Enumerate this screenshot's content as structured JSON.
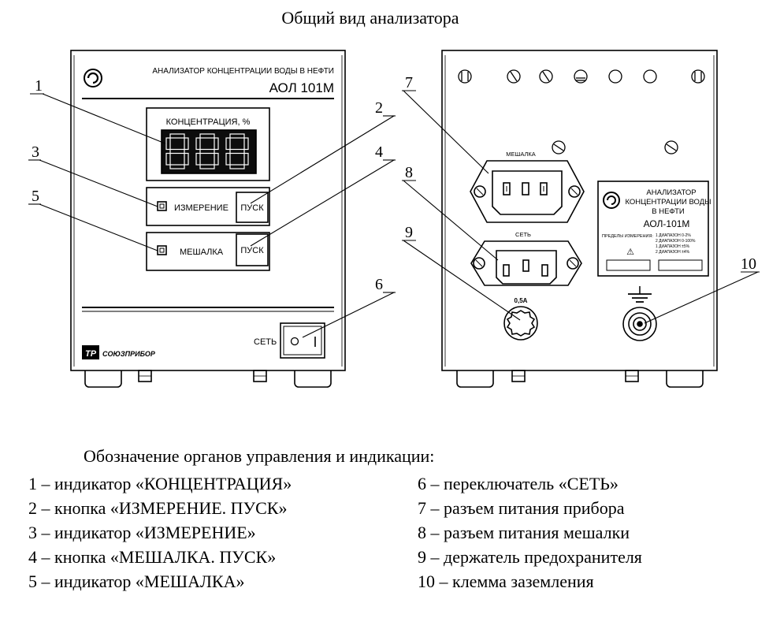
{
  "title": "Общий вид анализатора",
  "front": {
    "header_line1": "АНАЛИЗАТОР КОНЦЕНТРАЦИИ ВОДЫ В НЕФТИ",
    "model": "АОЛ 101М",
    "display_label": "КОНЦЕНТРАЦИЯ, %",
    "display_digits": "888",
    "row1_label": "ИЗМЕРЕНИЕ",
    "row1_button": "ПУСК",
    "row2_label": "МЕШАЛКА",
    "row2_button": "ПУСК",
    "power_label": "СЕТЬ",
    "brand": "СОЮЗПРИБОР",
    "brand_mark": "TP"
  },
  "back": {
    "mixer_label": "МЕШАЛКА",
    "power_label": "СЕТЬ",
    "fuse_label": "0,5А",
    "plate_title": [
      "АНАЛИЗАТОР",
      "КОНЦЕНТРАЦИИ ВОДЫ",
      "В НЕФТИ"
    ],
    "plate_model": "АОЛ-101М",
    "plate_ranges_label": "ПРЕДЕЛЫ ИЗМЕРЕНИЯ:",
    "plate_ranges": [
      "1 ДИАПАЗОН 0-2%",
      "2 ДИАПАЗОН 0-100%",
      "1 ДИАПАЗОН ±5%",
      "2 ДИАПАЗОН ±4%"
    ],
    "warning_symbol": "⚠"
  },
  "callouts": [
    "1",
    "2",
    "3",
    "4",
    "5",
    "6",
    "7",
    "8",
    "9",
    "10"
  ],
  "legend_title": "Обозначение органов управления и индикации:",
  "legend_left": [
    "1 – индикатор «КОНЦЕНТРАЦИЯ»",
    "2 – кнопка «ИЗМЕРЕНИЕ. ПУСК»",
    "3 – индикатор «ИЗМЕРЕНИЕ»",
    "4 – кнопка «МЕШАЛКА. ПУСК»",
    "5 – индикатор «МЕШАЛКА»"
  ],
  "legend_right": [
    "6 – переключатель «СЕТЬ»",
    "7 – разъем питания прибора",
    "8 – разъем питания мешалки",
    "9 – держатель предохранителя",
    "10 – клемма заземления"
  ]
}
